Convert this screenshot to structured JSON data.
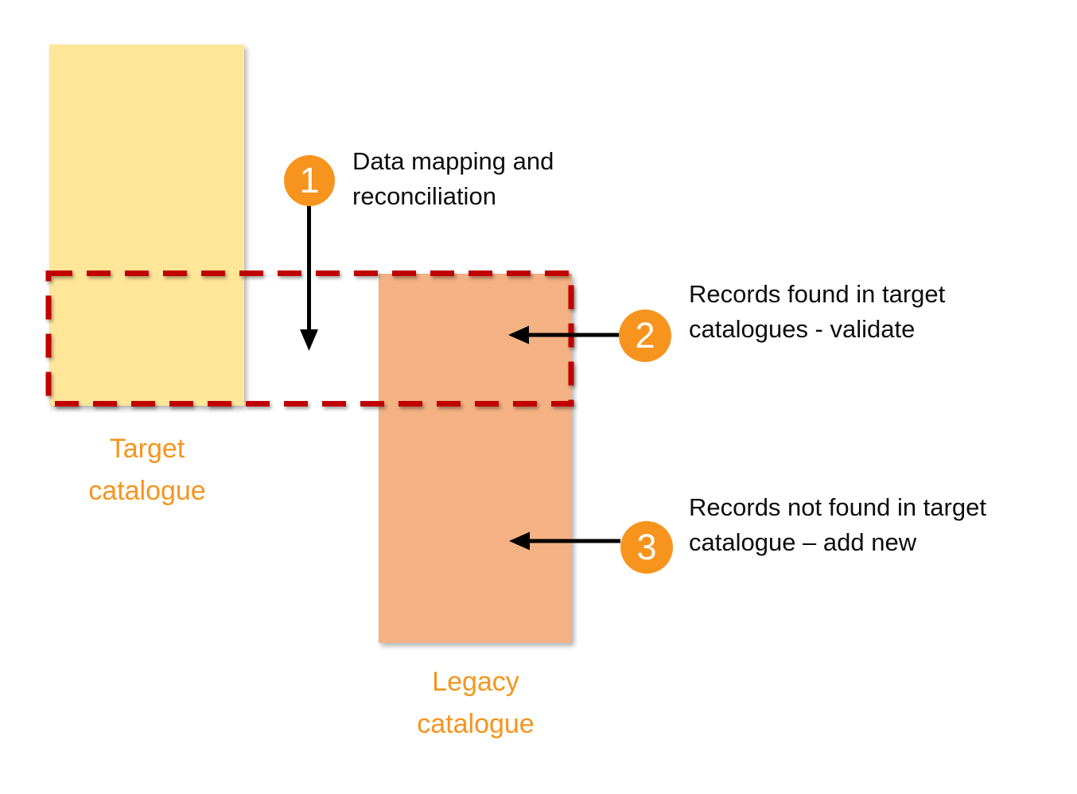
{
  "colors": {
    "canvas_bg": "#ffffff",
    "target_fill": "#FFE699",
    "legacy_fill": "#F4B183",
    "dash_red": "#C00000",
    "accent_orange": "#F7941D",
    "arrow_black": "#000000",
    "text_dark": "#0d0d0d",
    "badge_text": "#ffffff"
  },
  "diagram": {
    "target_label": "Target\ncatalogue",
    "legacy_label": "Legacy\ncatalogue",
    "steps": [
      {
        "number": "1",
        "text": "Data mapping and\nreconciliation"
      },
      {
        "number": "2",
        "text": "Records found in target\ncatalogues - validate"
      },
      {
        "number": "3",
        "text": "Records not found in target\ncatalogue – add new"
      }
    ]
  }
}
